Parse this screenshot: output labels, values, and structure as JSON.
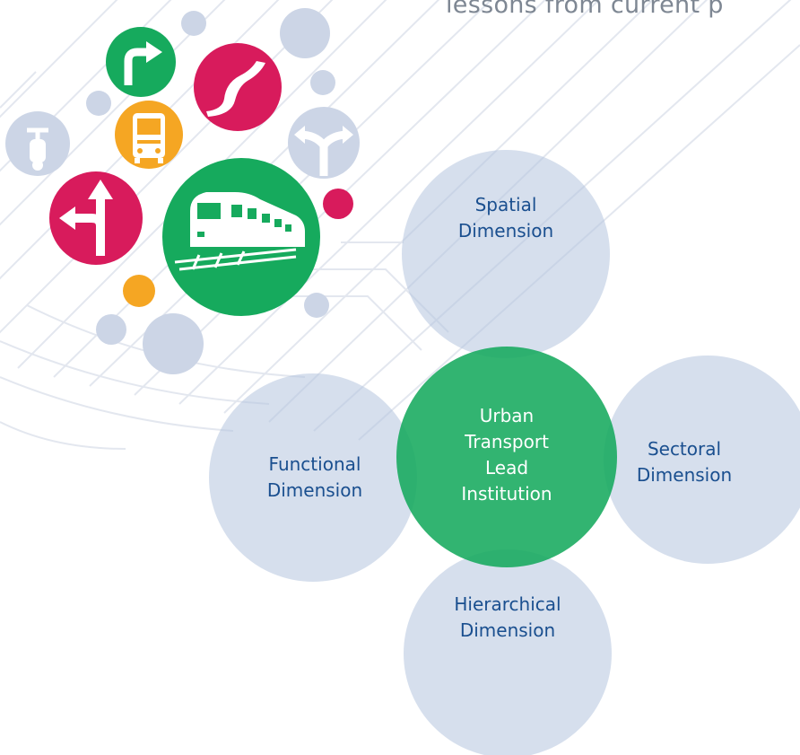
{
  "header": {
    "text": "lessons from current p"
  },
  "icons": {
    "turn_right": "turn-right-arrow-icon",
    "road": "winding-road-icon",
    "bus": "bus-icon",
    "scooter": "scooter-icon",
    "fork": "road-fork-icon",
    "left_straight": "left-and-straight-arrow-icon",
    "train": "train-icon"
  },
  "colors": {
    "green": "#16aa5d",
    "crimson": "#d81b5c",
    "orange": "#f5a623",
    "pale_blue": "#b5c4de",
    "label_blue": "#1a4f8f"
  },
  "diagram": {
    "center": "Urban\nTransport\nLead\nInstitution",
    "top": "Spatial\nDimension",
    "left": "Functional\nDimension",
    "right": "Sectoral\nDimension",
    "bottom": "Hierarchical\nDimension"
  }
}
